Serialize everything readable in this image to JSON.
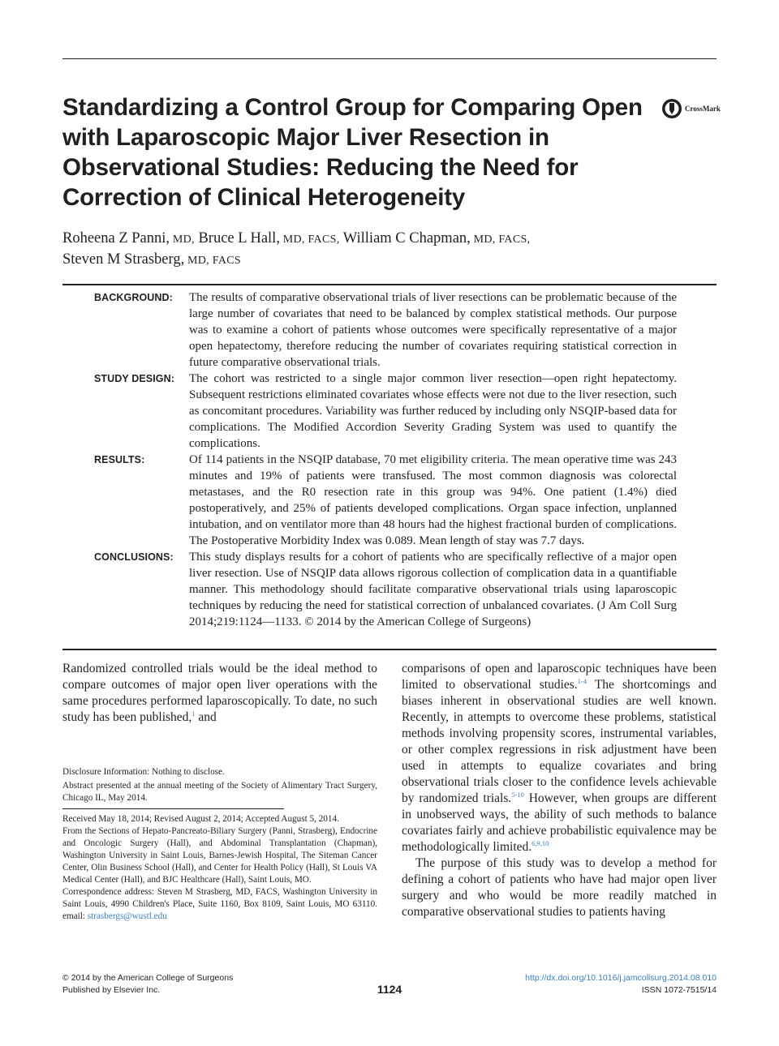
{
  "article": {
    "title": "Standardizing a Control Group for Comparing Open with Laparoscopic Major Liver Resection in Observational Studies: Reducing the Need for Correction of Clinical Heterogeneity",
    "crossmark_label": "CrossMark",
    "authors": [
      {
        "name": "Roheena Z Panni,",
        "degree": " MD,"
      },
      {
        "name": " Bruce L Hall,",
        "degree": " MD, FACS,"
      },
      {
        "name": " William C Chapman,",
        "degree": " MD, FACS,"
      },
      {
        "name": "Steven M Strasberg,",
        "degree": " MD, FACS"
      }
    ]
  },
  "abstract": {
    "background_label": "BACKGROUND:",
    "background_text": "The results of comparative observational trials of liver resections can be problematic because of the large number of covariates that need to be balanced by complex statistical methods. Our purpose was to examine a cohort of patients whose outcomes were specifically representative of a major open hepatectomy, therefore reducing the number of covariates requiring statistical correction in future comparative observational trials.",
    "design_label": "STUDY DESIGN:",
    "design_text": "The cohort was restricted to a single major common liver resection—open right hepatectomy. Subsequent restrictions eliminated covariates whose effects were not due to the liver resection, such as concomitant procedures. Variability was further reduced by including only NSQIP-based data for complications. The Modified Accordion Severity Grading System was used to quantify the complications.",
    "results_label": "RESULTS:",
    "results_text": "Of 114 patients in the NSQIP database, 70 met eligibility criteria. The mean operative time was 243 minutes and 19% of patients were transfused. The most common diagnosis was colorectal metastases, and the R0 resection rate in this group was 94%. One patient (1.4%) died postoperatively, and 25% of patients developed complications. Organ space infection, unplanned intubation, and on ventilator more than 48 hours had the highest fractional burden of complications. The Postoperative Morbidity Index was 0.089. Mean length of stay was 7.7 days.",
    "conclusions_label": "CONCLUSIONS:",
    "conclusions_text": "This study displays results for a cohort of patients who are specifically reflective of a major open liver resection. Use of NSQIP data allows rigorous collection of complication data in a quantifiable manner. This methodology should facilitate comparative observational trials using laparoscopic techniques by reducing the need for statistical correction of unbalanced covariates.  (J Am Coll Surg 2014;219:1124—1133. © 2014 by the American College of Surgeons)"
  },
  "body": {
    "left_para": "Randomized controlled trials would be the ideal method to compare outcomes of major open liver operations with the same procedures performed laparoscopically. To date, no such study has been published,",
    "left_ref": "1",
    "left_tail": " and",
    "right_p1_a": "comparisons of open and laparoscopic techniques have been limited to observational studies.",
    "right_p1_ref1": "1-4",
    "right_p1_b": " The shortcomings and biases inherent in observational studies are well known. Recently, in attempts to overcome these problems, statistical methods involving propensity scores, instrumental variables, or other complex regressions in risk adjustment have been used in attempts to equalize covariates and bring observational trials closer to the confidence levels achievable by randomized trials.",
    "right_p1_ref2": "5-10",
    "right_p1_c": " However, when groups are different in unobserved ways, the ability of such methods to balance covariates fairly and achieve probabilistic equivalence may be methodologically limited.",
    "right_p1_ref3": "6,9,10",
    "right_p2": "The purpose of this study was to develop a method for defining a cohort of patients who have had major open liver surgery and who would be more readily matched in comparative observational studies to patients having"
  },
  "notes": {
    "disclosure": "Disclosure Information: Nothing to disclose.",
    "presented": "Abstract presented at the annual meeting of the Society of Alimentary Tract Surgery, Chicago IL, May 2014.",
    "received": "Received May 18, 2014; Revised August 2, 2014; Accepted August 5, 2014.",
    "affiliations": "From the Sections of Hepato-Pancreato-Biliary Surgery (Panni, Strasberg), Endocrine and Oncologic Surgery (Hall), and Abdominal Transplantation (Chapman), Washington University in Saint Louis, Barnes-Jewish Hospital, The Siteman Cancer Center, Olin Business School (Hall), and Center for Health Policy (Hall), St Louis VA Medical Center (Hall), and BJC Healthcare (Hall), Saint Louis, MO.",
    "correspondence": "Correspondence address: Steven M Strasberg, MD, FACS, Washington University in Saint Louis, 4990 Children's Place, Suite 1160, Box 8109, Saint Louis, MO 63110. email: ",
    "email": "strasbergs@wustl.edu"
  },
  "footer": {
    "copyright": "© 2014 by the American College of Surgeons",
    "publisher": "Published by Elsevier Inc.",
    "page": "1124",
    "doi": "http://dx.doi.org/10.1016/j.jamcollsurg.2014.08.010",
    "issn": "ISSN 1072-7515/14"
  },
  "colors": {
    "text": "#231f20",
    "link": "#3a7fbf"
  }
}
